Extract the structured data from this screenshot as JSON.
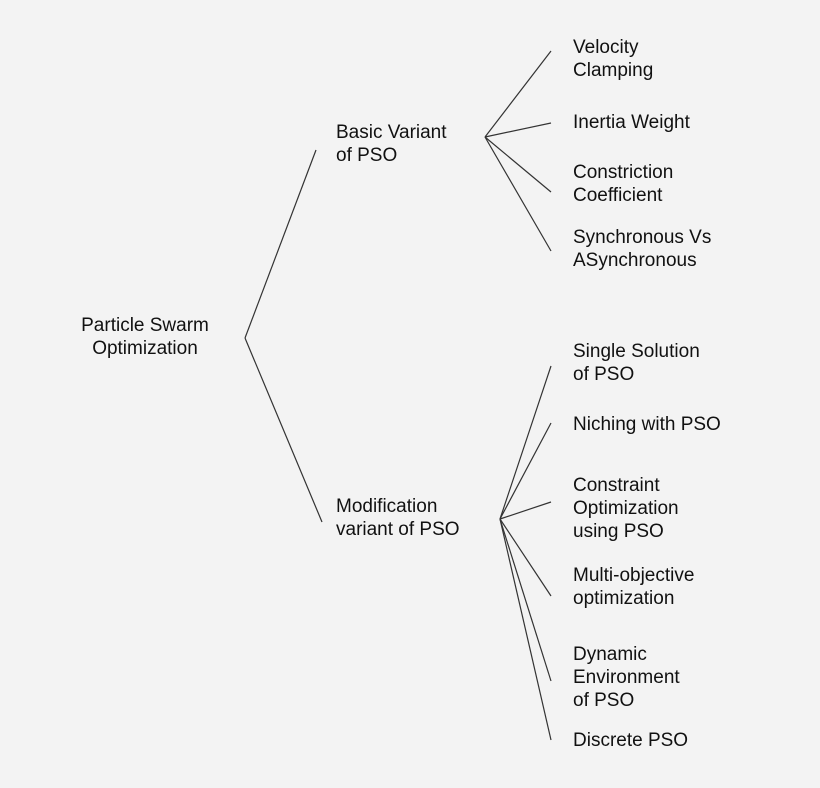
{
  "diagram": {
    "root": {
      "id": "root",
      "lines": [
        "Particle Swarm",
        "Optimization"
      ]
    },
    "branches": [
      {
        "id": "basic",
        "lines": [
          "Basic Variant",
          "of PSO"
        ],
        "children": [
          {
            "id": "basic-1",
            "lines": [
              "Velocity",
              "Clamping"
            ]
          },
          {
            "id": "basic-2",
            "lines": [
              "Inertia Weight"
            ]
          },
          {
            "id": "basic-3",
            "lines": [
              "Constriction",
              "Coefficient"
            ]
          },
          {
            "id": "basic-4",
            "lines": [
              "Synchronous Vs",
              "ASynchronous"
            ]
          }
        ]
      },
      {
        "id": "modification",
        "lines": [
          "Modification",
          "variant of PSO"
        ],
        "children": [
          {
            "id": "mod-1",
            "lines": [
              "Single Solution",
              "of PSO"
            ]
          },
          {
            "id": "mod-2",
            "lines": [
              "Niching with PSO"
            ]
          },
          {
            "id": "mod-3",
            "lines": [
              "Constraint",
              "Optimization",
              "using PSO"
            ]
          },
          {
            "id": "mod-4",
            "lines": [
              "Multi-objective",
              "optimization"
            ]
          },
          {
            "id": "mod-5",
            "lines": [
              "Dynamic",
              "Environment",
              "of PSO"
            ]
          },
          {
            "id": "mod-6",
            "lines": [
              "Discrete PSO"
            ]
          }
        ]
      }
    ]
  }
}
